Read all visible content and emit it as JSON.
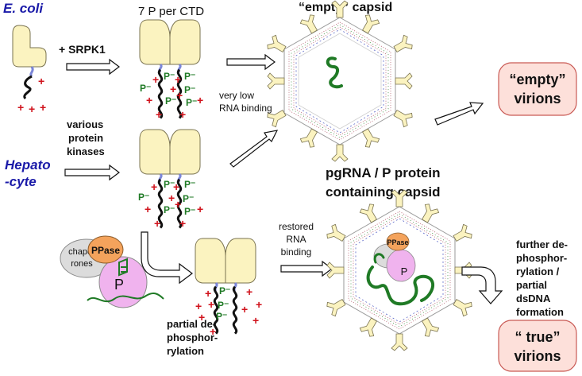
{
  "labels": {
    "ecoli": "E. coli",
    "srpk1": "+ SRPK1",
    "seven_p": "7 P per CTD",
    "empty_capsid": "“empty” capsid",
    "very_low_1": "very low",
    "very_low_2": "RNA binding",
    "various_1": "various",
    "various_2": "protein",
    "various_3": "kinases",
    "hepato_1": "Hepato",
    "hepato_2": "-cyte",
    "pg_title_1": "pgRNA / P protein",
    "pg_title_2": "containing capsid",
    "restored_1": "restored",
    "restored_2": "RNA",
    "restored_3": "binding",
    "partial_1": "partial de-",
    "partial_2": "phosphor-",
    "partial_3": "rylation",
    "further_1": "further de-",
    "further_2": "phosphor-",
    "further_3": "rylation /",
    "further_4": "partial",
    "further_5": "dsDNA",
    "further_6": "formation",
    "chap_1": "chape-",
    "chap_2": "rones",
    "ppase": "PPase",
    "p_label": "P",
    "p_minus": "P⁻",
    "plus": "+",
    "empty_virions_1": "“empty”",
    "empty_virions_2": "virions",
    "true_virions_1": "“ true”",
    "true_virions_2": "virions"
  },
  "colors": {
    "core_fill": "#fbf3c0",
    "core_stroke": "#7a7350",
    "linker": "#7b86d8",
    "plus_red": "#d0121b",
    "phospho_green": "#1f7a25",
    "rna_green": "#1f7a25",
    "virion_box": "#fde0da",
    "virion_border": "#c95a55",
    "ppase_fill": "#f4a35c",
    "p_fill": "#f0b3ee",
    "chaperone_fill": "#dcdcdc",
    "title_blue": "#1a1aa8"
  }
}
